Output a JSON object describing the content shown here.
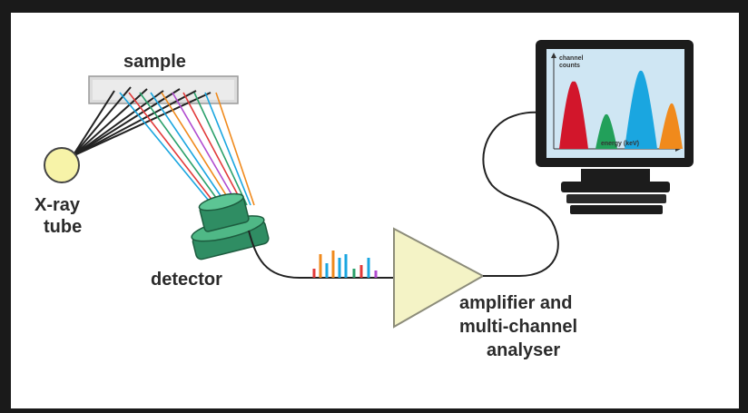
{
  "labels": {
    "sample": "sample",
    "xray_line1": "X-ray",
    "xray_line2": "tube",
    "detector": "detector",
    "amplifier_line1": "amplifier and",
    "amplifier_line2": "multi-channel",
    "amplifier_line3": "analyser",
    "screen_ylabel_1": "channel",
    "screen_ylabel_2": "counts",
    "screen_xlabel": "energy (keV)"
  },
  "colors": {
    "xray_tube": "#f7f3a8",
    "detector": "#2f9a6a",
    "amplifier": "#f4f3c6",
    "screen_bg": "#cfe6f3",
    "peak_red": "#d2162b",
    "peak_green": "#22a05a",
    "peak_blue": "#1aa6e0",
    "peak_orange": "#f08a1c"
  },
  "spectrum_peaks": [
    "red",
    "green",
    "blue",
    "orange"
  ]
}
